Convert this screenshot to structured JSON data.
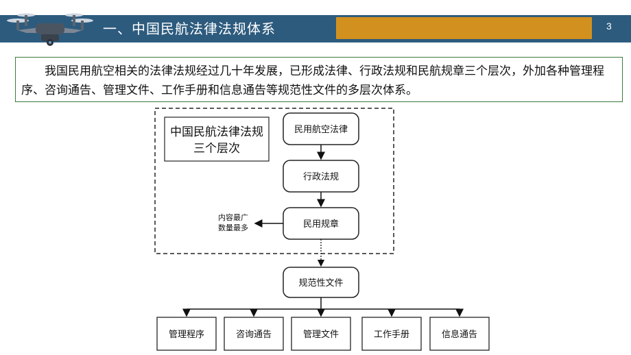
{
  "header": {
    "title": "一、中国民航法律法规体系",
    "page_number": "3"
  },
  "intro": {
    "text": "我国民用航空相关的法律法规经过几十年发展，已形成法律、行政法规和民航规章三个层次，外加各种管理程序、咨询通告、管理文件、工作手册和信息通告等规范性文件的多层次体系。"
  },
  "diagram": {
    "title_line1": "中国民航法律法规",
    "title_line2": "三个层次",
    "levels": [
      "民用航空法律",
      "行政法规",
      "民用规章"
    ],
    "side_note_line1": "内容最广",
    "side_note_line2": "数量最多",
    "normative_label": "规范性文件",
    "children": [
      "管理程序",
      "咨询通告",
      "管理文件",
      "工作手册",
      "信息通告"
    ]
  }
}
